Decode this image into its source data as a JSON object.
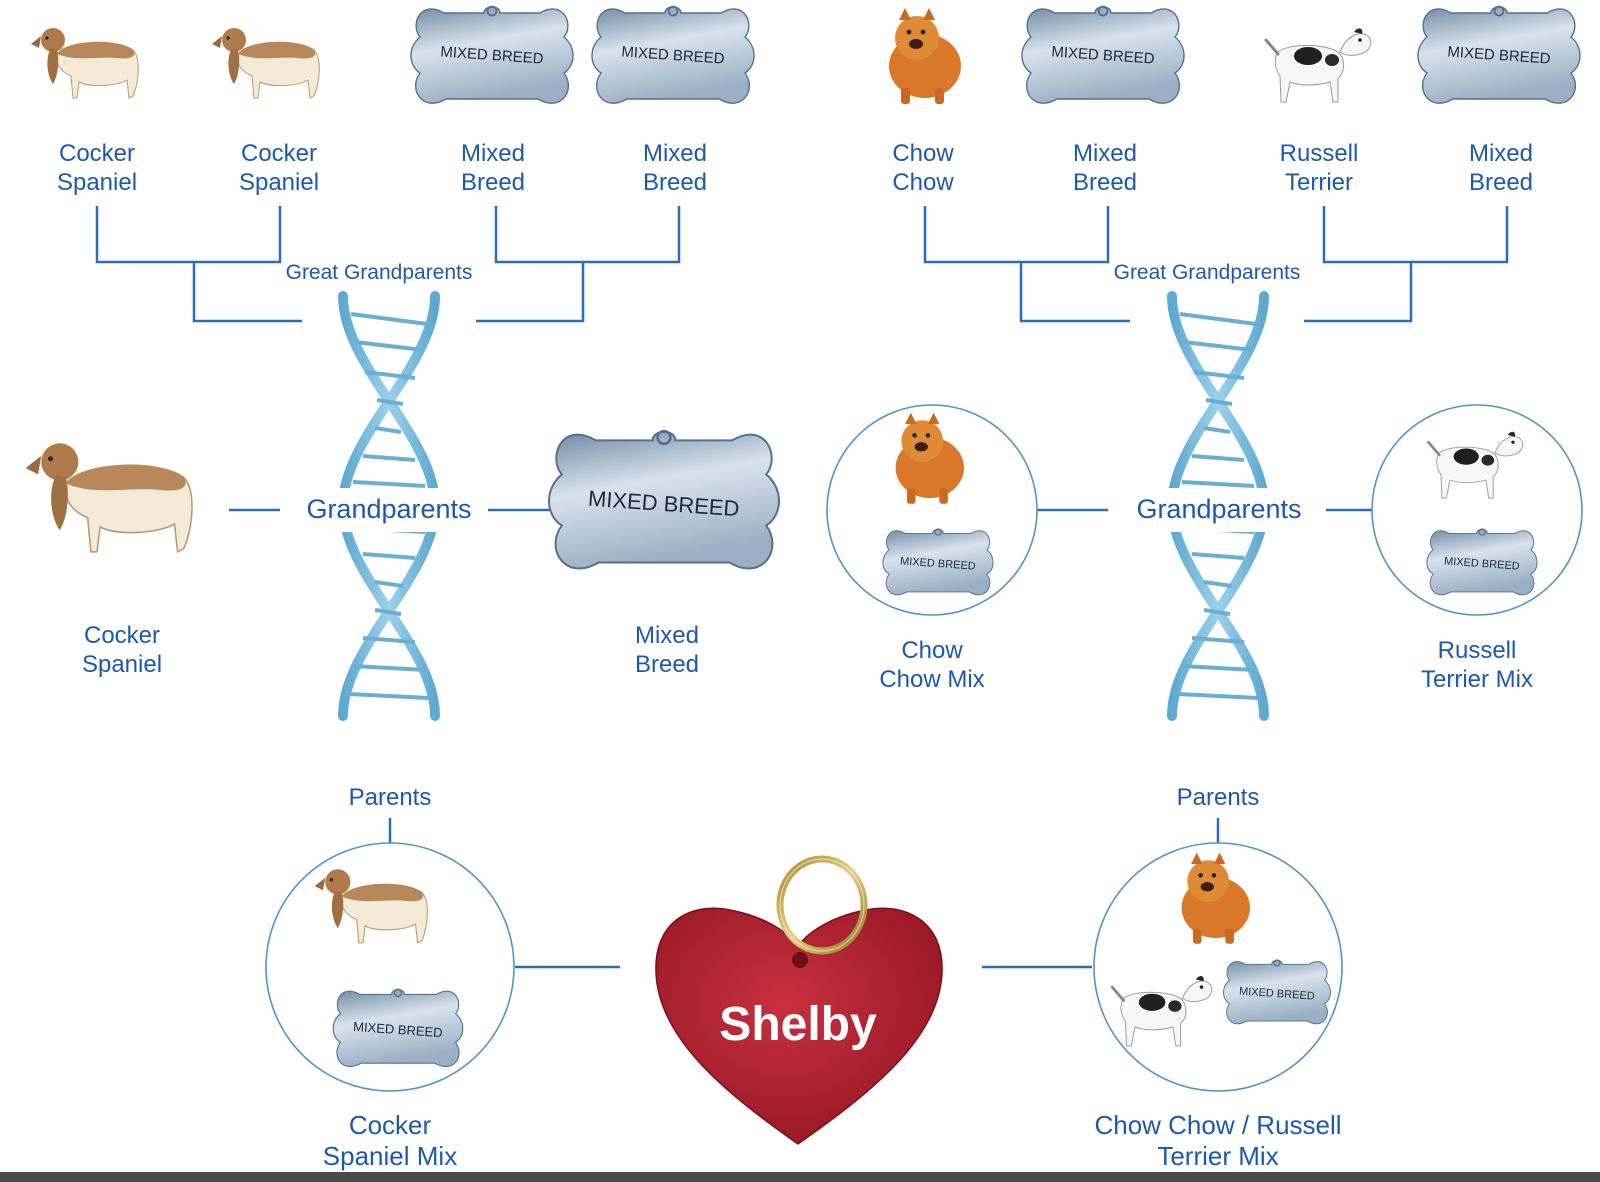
{
  "colors": {
    "label": "#1a5aa8",
    "line": "#2a6fb5",
    "helix": "#7cbcdc",
    "tag_metal": "#b7c8d8",
    "heart": "#b01e2e"
  },
  "tag_text": "MIXED BREED",
  "section_labels": {
    "great_grandparents_left": "Great Grandparents",
    "great_grandparents_right": "Great Grandparents",
    "grandparents_left": "Grandparents",
    "grandparents_right": "Grandparents",
    "parents_left": "Parents",
    "parents_right": "Parents"
  },
  "great_grandparents": [
    {
      "line1": "Cocker",
      "line2": "Spaniel",
      "icon": "cocker-spaniel"
    },
    {
      "line1": "Cocker",
      "line2": "Spaniel",
      "icon": "cocker-spaniel"
    },
    {
      "line1": "Mixed",
      "line2": "Breed",
      "icon": "mixed-breed-tag"
    },
    {
      "line1": "Mixed",
      "line2": "Breed",
      "icon": "mixed-breed-tag"
    },
    {
      "line1": "Chow",
      "line2": "Chow",
      "icon": "chow-chow"
    },
    {
      "line1": "Mixed",
      "line2": "Breed",
      "icon": "mixed-breed-tag"
    },
    {
      "line1": "Russell",
      "line2": "Terrier",
      "icon": "russell-terrier"
    },
    {
      "line1": "Mixed",
      "line2": "Breed",
      "icon": "mixed-breed-tag"
    }
  ],
  "grandparents": [
    {
      "line1": "Cocker",
      "line2": "Spaniel"
    },
    {
      "line1": "Mixed",
      "line2": "Breed"
    },
    {
      "line1": "Chow",
      "line2": "Chow Mix"
    },
    {
      "line1": "Russell",
      "line2": "Terrier Mix"
    }
  ],
  "parents": [
    {
      "line1": "Cocker",
      "line2": "Spaniel Mix"
    },
    {
      "line1": "Chow Chow / Russell",
      "line2": "Terrier Mix"
    }
  ],
  "dog_name": "Shelby"
}
